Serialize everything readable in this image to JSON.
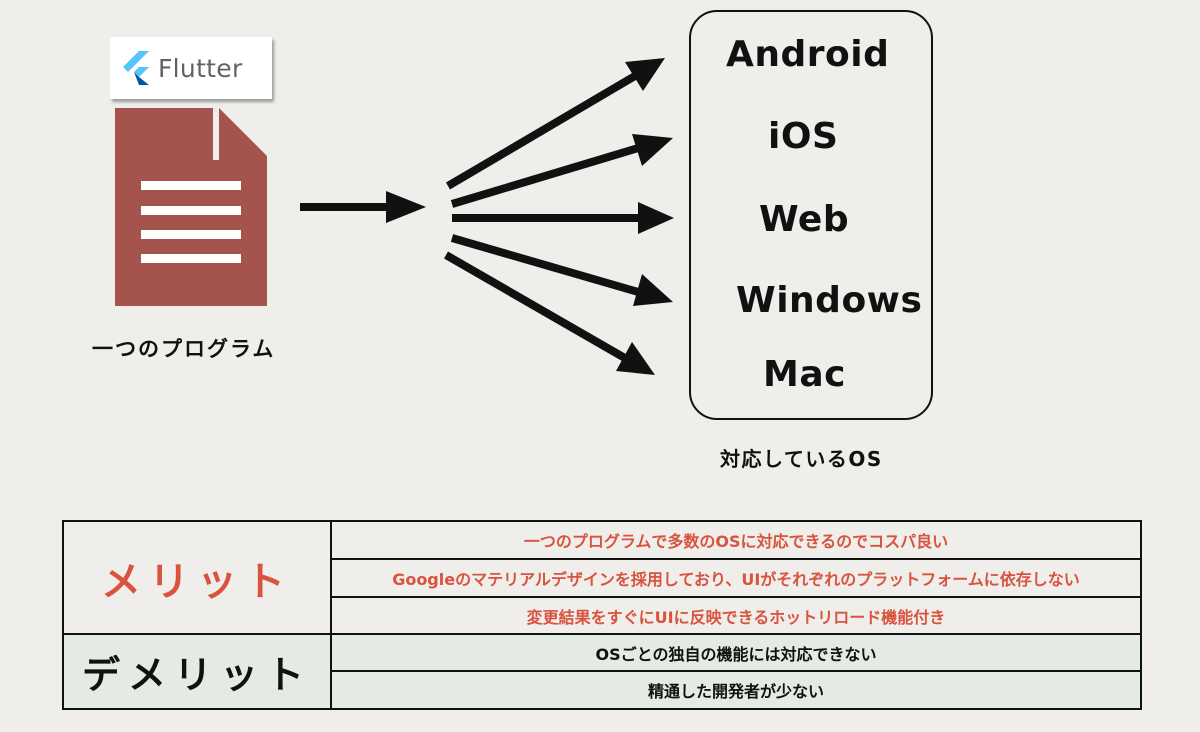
{
  "diagram": {
    "flutter_logo_text": "Flutter",
    "program_label": "一つのプログラム",
    "os_items": [
      "Android",
      "iOS",
      "Web",
      "Windows",
      "Mac"
    ],
    "os_label": "対応しているOS"
  },
  "table": {
    "merit_header": "メリット",
    "merits": [
      "一つのプログラムで多数のOSに対応できるのでコスパ良い",
      "Googleのマテリアルデザインを採用しており、UIがそれぞれのプラットフォームに依存しない",
      "変更結果をすぐにUIに反映できるホットリロード機能付き"
    ],
    "demerit_header": "デメリット",
    "demerits": [
      "OSごとの独自の機能には対応できない",
      "精通した開発者が少ない"
    ]
  },
  "colors": {
    "background": "#efeeeb",
    "document_icon": "#a4534d",
    "merit_text": "#d9533e",
    "demerit_row_bg": "#e4ebe4",
    "flutter_blue_light": "#54c5f8",
    "flutter_blue_dark": "#01579b"
  }
}
